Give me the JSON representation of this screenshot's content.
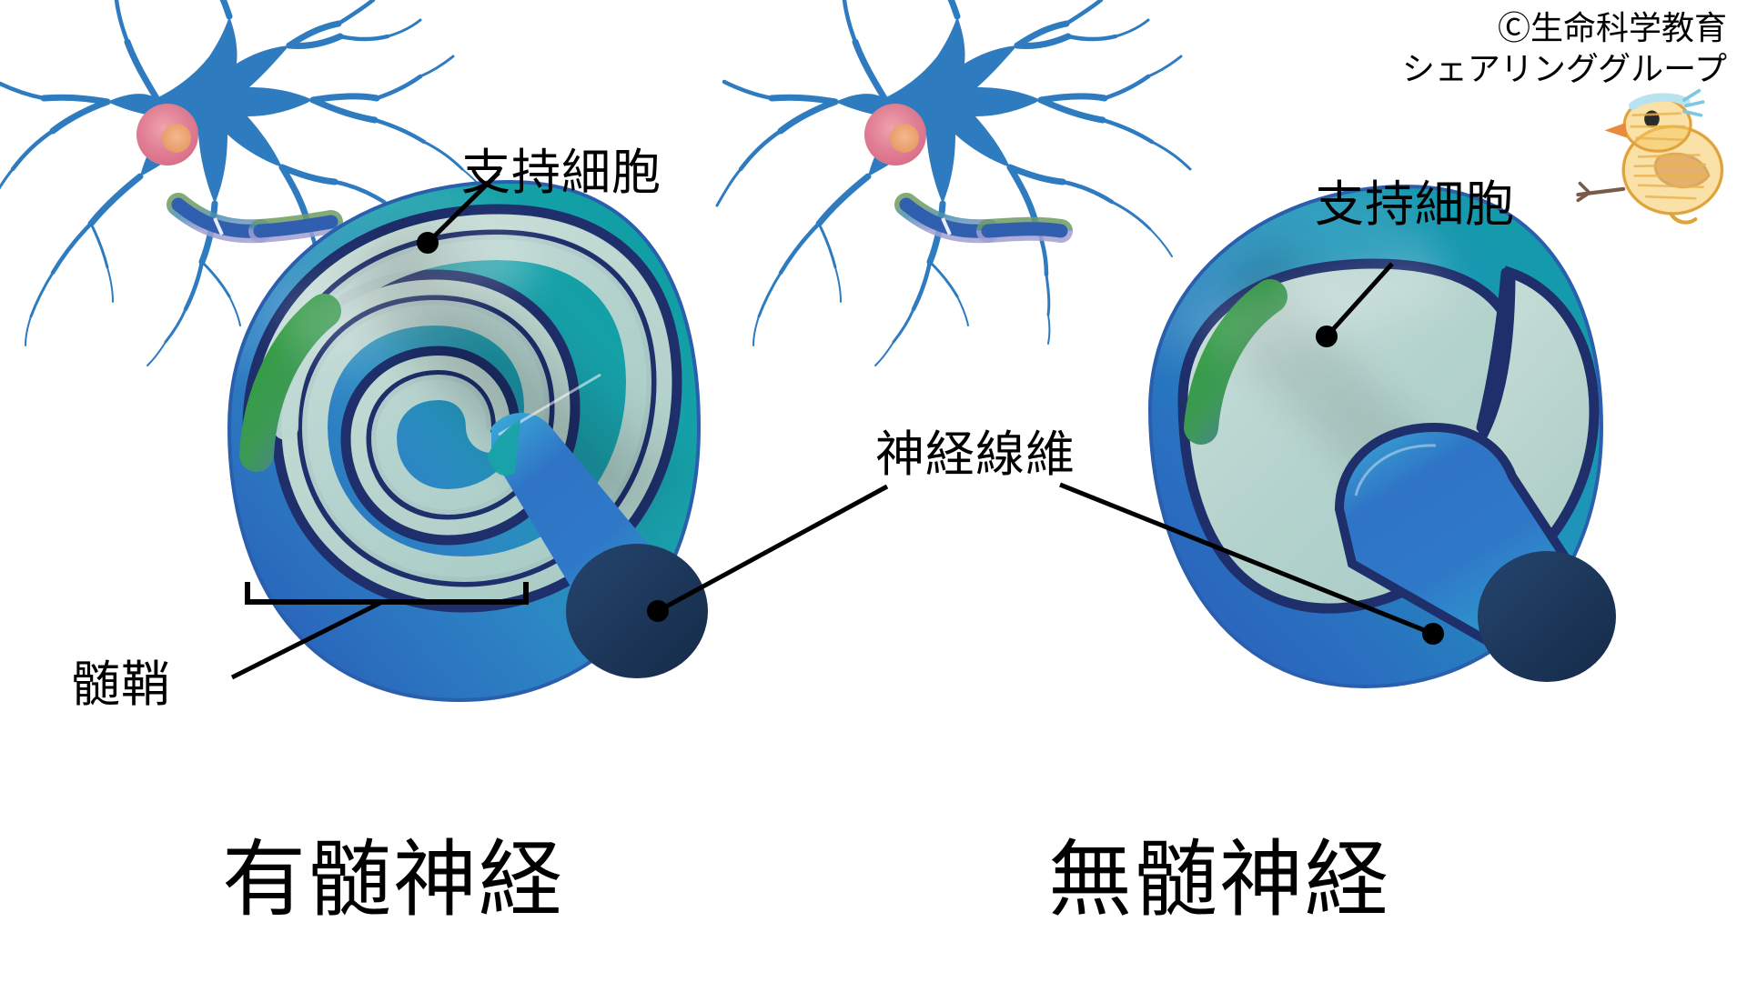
{
  "figure": {
    "credit_line_1": "Ⓒ生命科学教育",
    "credit_line_2": "シェアリンググループ",
    "mascot": "chick-illustration"
  },
  "left_panel": {
    "title": "有髄神経",
    "labels": {
      "supporting_cell": "支持細胞",
      "myelin_sheath": "髄鞘"
    },
    "structures": {
      "neuron_body": "neuron-soma-icon",
      "nucleus": "nucleus-icon",
      "axon": "axon-cylinder",
      "myelin_spiral": "myelin-spiral-wrap"
    }
  },
  "right_panel": {
    "title": "無髄神経",
    "labels": {
      "supporting_cell": "支持細胞",
      "nerve_fiber": "神経線維"
    },
    "structures": {
      "neuron_body": "neuron-soma-icon",
      "nucleus": "nucleus-icon",
      "axon": "axon-cylinder",
      "schwann_cell": "schwann-cell-body"
    }
  },
  "shared_labels": {
    "nerve_fiber": "神経線維"
  },
  "colors": {
    "neuron_blue": "#2e7cbf",
    "nucleus_pink": "#e08498",
    "nucleolus": "#eda06e",
    "cell_teal": "#17a5a8",
    "cell_blue": "#2a6fc0",
    "myelin_light": "#b9d7d2",
    "myelin_outline": "#1e2f6b",
    "axon_blue": "#2f6fc4",
    "axon_dark": "#1a2f52",
    "green_accent": "#2e9b3f",
    "text_black": "#000000",
    "background": "#ffffff"
  }
}
